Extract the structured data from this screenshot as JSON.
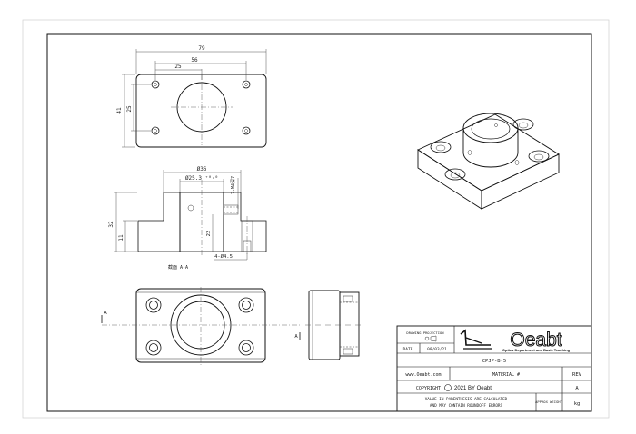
{
  "drawing": {
    "top_view": {
      "dim_overall_width": "79",
      "dim_hole_pitch": "56",
      "dim_half_pitch": "25",
      "dim_overall_height": "41",
      "dim_hole_pitch_vertical": "25"
    },
    "section_view": {
      "dim_outer_dia": "Ø36",
      "dim_bore_dia": "Ø25.3 ⁺⁰·⁰",
      "dim_thread": "2-M4深7",
      "dim_total_height": "32",
      "dim_base_height": "11",
      "dim_bore_depth": "22",
      "dim_counterbore": "4-Ø4.5",
      "section_label": "截面 A-A"
    },
    "front_view": {
      "section_mark_left": "A",
      "section_mark_right": "A"
    }
  },
  "title_block": {
    "drawing_projection_label": "DRAWING PROJECTION",
    "date_label": "DATE",
    "date_value": "08/03/21",
    "part_number": "CPJP-B-5",
    "logo_text": "Oeabt",
    "logo_subtitle": "Optics Department and Basic Teaching",
    "website": "www.Oeabt.com",
    "material_label": "MATERIAL #",
    "rev_label": "REV",
    "rev_value": "A",
    "copyright_label": "COPYRIGHT",
    "copyright_year": "2021 BY Oeabt",
    "note_line1": "VALUE IN PARENTHESIS ARE CALCULATED",
    "note_line2": "AND MAY CONTAIN ROUNDOFF ERRORS",
    "weight_label": "APPROX WEIGHT",
    "weight_value": "kg"
  }
}
